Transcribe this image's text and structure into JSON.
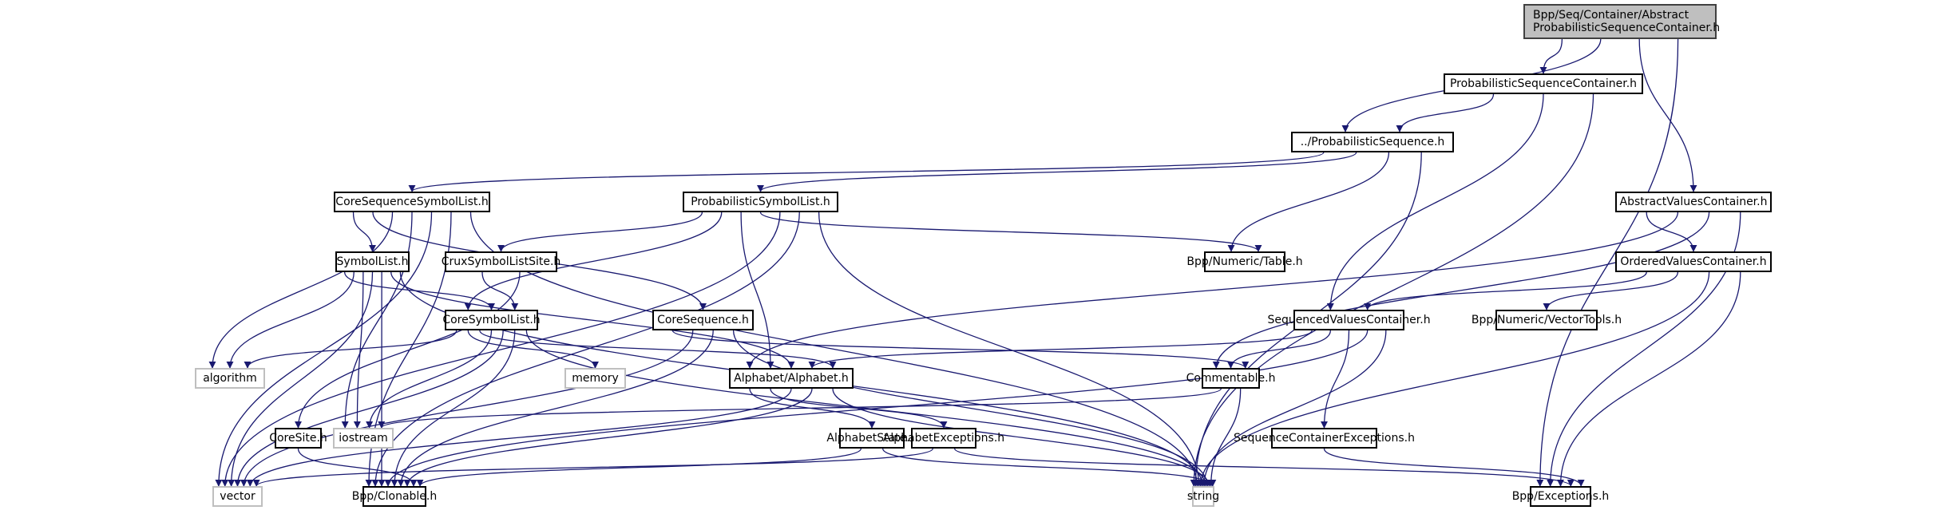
{
  "graph": {
    "title": "Include dependency graph for AbstractProbabilisticSequenceContainer.h",
    "edge_color": "#191970",
    "root_fill": "#bfbfbf",
    "nodes": [
      {
        "id": "root",
        "label_lines": [
          "Bpp/Seq/Container/Abstract",
          "ProbabilisticSequenceContainer.h"
        ],
        "kind": "root"
      },
      {
        "id": "ProbabilisticSequenceContainer",
        "label": "ProbabilisticSequenceContainer.h",
        "kind": "local"
      },
      {
        "id": "ProbabilisticSequence",
        "label": "../ProbabilisticSequence.h",
        "kind": "local"
      },
      {
        "id": "AbstractValuesContainer",
        "label": "AbstractValuesContainer.h",
        "kind": "local"
      },
      {
        "id": "CoreSequenceSymbolList",
        "label": "CoreSequenceSymbolList.h",
        "kind": "local"
      },
      {
        "id": "ProbabilisticSymbolList",
        "label": "ProbabilisticSymbolList.h",
        "kind": "local"
      },
      {
        "id": "BppNumericTable",
        "label": "Bpp/Numeric/Table.h",
        "kind": "local"
      },
      {
        "id": "OrderedValuesContainer",
        "label": "OrderedValuesContainer.h",
        "kind": "local"
      },
      {
        "id": "SymbolList",
        "label": "SymbolList.h",
        "kind": "local"
      },
      {
        "id": "CruxSymbolListSite",
        "label": "CruxSymbolListSite.h",
        "kind": "local"
      },
      {
        "id": "SequencedValuesContainer",
        "label": "SequencedValuesContainer.h",
        "kind": "local"
      },
      {
        "id": "VectorTools",
        "label": "Bpp/Numeric/VectorTools.h",
        "kind": "local"
      },
      {
        "id": "CoreSymbolList",
        "label": "CoreSymbolList.h",
        "kind": "local"
      },
      {
        "id": "CoreSequence",
        "label": "CoreSequence.h",
        "kind": "local"
      },
      {
        "id": "algorithm",
        "label": "algorithm",
        "kind": "external"
      },
      {
        "id": "memory",
        "label": "memory",
        "kind": "external"
      },
      {
        "id": "AlphabetAlphabet",
        "label": "Alphabet/Alphabet.h",
        "kind": "local"
      },
      {
        "id": "Commentable",
        "label": "Commentable.h",
        "kind": "local"
      },
      {
        "id": "CoreSite",
        "label": "CoreSite.h",
        "kind": "local"
      },
      {
        "id": "iostream",
        "label": "iostream",
        "kind": "external"
      },
      {
        "id": "AlphabetState",
        "label": "AlphabetState.h",
        "kind": "local"
      },
      {
        "id": "AlphabetExceptions",
        "label": "AlphabetExceptions.h",
        "kind": "local"
      },
      {
        "id": "SequenceContainerExceptions",
        "label": "SequenceContainerExceptions.h",
        "kind": "local"
      },
      {
        "id": "vector",
        "label": "vector",
        "kind": "external"
      },
      {
        "id": "BppClonable",
        "label": "Bpp/Clonable.h",
        "kind": "local"
      },
      {
        "id": "string",
        "label": "string",
        "kind": "external"
      },
      {
        "id": "BppExceptions",
        "label": "Bpp/Exceptions.h",
        "kind": "local"
      }
    ],
    "edges": [
      [
        "root",
        "ProbabilisticSequenceContainer"
      ],
      [
        "root",
        "ProbabilisticSequence"
      ],
      [
        "root",
        "AbstractValuesContainer"
      ],
      [
        "root",
        "BppExceptions"
      ],
      [
        "ProbabilisticSequenceContainer",
        "ProbabilisticSequence"
      ],
      [
        "ProbabilisticSequenceContainer",
        "SequencedValuesContainer"
      ],
      [
        "ProbabilisticSequenceContainer",
        "string"
      ],
      [
        "ProbabilisticSequence",
        "CoreSequenceSymbolList"
      ],
      [
        "ProbabilisticSequence",
        "ProbabilisticSymbolList"
      ],
      [
        "ProbabilisticSequence",
        "BppNumericTable"
      ],
      [
        "ProbabilisticSequence",
        "string"
      ],
      [
        "AbstractValuesContainer",
        "OrderedValuesContainer"
      ],
      [
        "AbstractValuesContainer",
        "AlphabetAlphabet"
      ],
      [
        "AbstractValuesContainer",
        "Commentable"
      ],
      [
        "AbstractValuesContainer",
        "BppExceptions"
      ],
      [
        "CoreSequenceSymbolList",
        "SymbolList"
      ],
      [
        "CoreSequenceSymbolList",
        "CoreSequence"
      ],
      [
        "CoreSequenceSymbolList",
        "algorithm"
      ],
      [
        "CoreSequenceSymbolList",
        "iostream"
      ],
      [
        "CoreSequenceSymbolList",
        "vector"
      ],
      [
        "CoreSequenceSymbolList",
        "BppClonable"
      ],
      [
        "CoreSequenceSymbolList",
        "string"
      ],
      [
        "ProbabilisticSymbolList",
        "CruxSymbolListSite"
      ],
      [
        "ProbabilisticSymbolList",
        "CoreSymbolList"
      ],
      [
        "ProbabilisticSymbolList",
        "AlphabetAlphabet"
      ],
      [
        "ProbabilisticSymbolList",
        "BppNumericTable"
      ],
      [
        "ProbabilisticSymbolList",
        "vector"
      ],
      [
        "ProbabilisticSymbolList",
        "BppClonable"
      ],
      [
        "ProbabilisticSymbolList",
        "string"
      ],
      [
        "OrderedValuesContainer",
        "SequencedValuesContainer"
      ],
      [
        "OrderedValuesContainer",
        "VectorTools"
      ],
      [
        "OrderedValuesContainer",
        "string"
      ],
      [
        "OrderedValuesContainer",
        "BppExceptions"
      ],
      [
        "SymbolList",
        "CoreSymbolList"
      ],
      [
        "SymbolList",
        "algorithm"
      ],
      [
        "SymbolList",
        "iostream"
      ],
      [
        "SymbolList",
        "vector"
      ],
      [
        "SymbolList",
        "BppClonable"
      ],
      [
        "SymbolList",
        "AlphabetAlphabet"
      ],
      [
        "SymbolList",
        "string"
      ],
      [
        "CruxSymbolListSite",
        "CoreSymbolList"
      ],
      [
        "CruxSymbolListSite",
        "CoreSite"
      ],
      [
        "SequencedValuesContainer",
        "AlphabetAlphabet"
      ],
      [
        "SequencedValuesContainer",
        "Commentable"
      ],
      [
        "SequencedValuesContainer",
        "SequenceContainerExceptions"
      ],
      [
        "SequencedValuesContainer",
        "BppClonable"
      ],
      [
        "SequencedValuesContainer",
        "string"
      ],
      [
        "CoreSymbolList",
        "algorithm"
      ],
      [
        "CoreSymbolList",
        "memory"
      ],
      [
        "CoreSymbolList",
        "AlphabetAlphabet"
      ],
      [
        "CoreSymbolList",
        "iostream"
      ],
      [
        "CoreSymbolList",
        "vector"
      ],
      [
        "CoreSymbolList",
        "BppClonable"
      ],
      [
        "CoreSymbolList",
        "string"
      ],
      [
        "CoreSequence",
        "Commentable"
      ],
      [
        "CoreSequence",
        "vector"
      ],
      [
        "CoreSequence",
        "BppClonable"
      ],
      [
        "CoreSequence",
        "string"
      ],
      [
        "AlphabetAlphabet",
        "AlphabetState"
      ],
      [
        "AlphabetAlphabet",
        "AlphabetExceptions"
      ],
      [
        "AlphabetAlphabet",
        "vector"
      ],
      [
        "AlphabetAlphabet",
        "BppClonable"
      ],
      [
        "AlphabetAlphabet",
        "string"
      ],
      [
        "Commentable",
        "iostream"
      ],
      [
        "Commentable",
        "string"
      ],
      [
        "CoreSite",
        "BppClonable"
      ],
      [
        "AlphabetState",
        "BppClonable"
      ],
      [
        "AlphabetState",
        "string"
      ],
      [
        "AlphabetExceptions",
        "vector"
      ],
      [
        "AlphabetExceptions",
        "BppExceptions"
      ],
      [
        "SequenceContainerExceptions",
        "BppExceptions"
      ]
    ]
  }
}
